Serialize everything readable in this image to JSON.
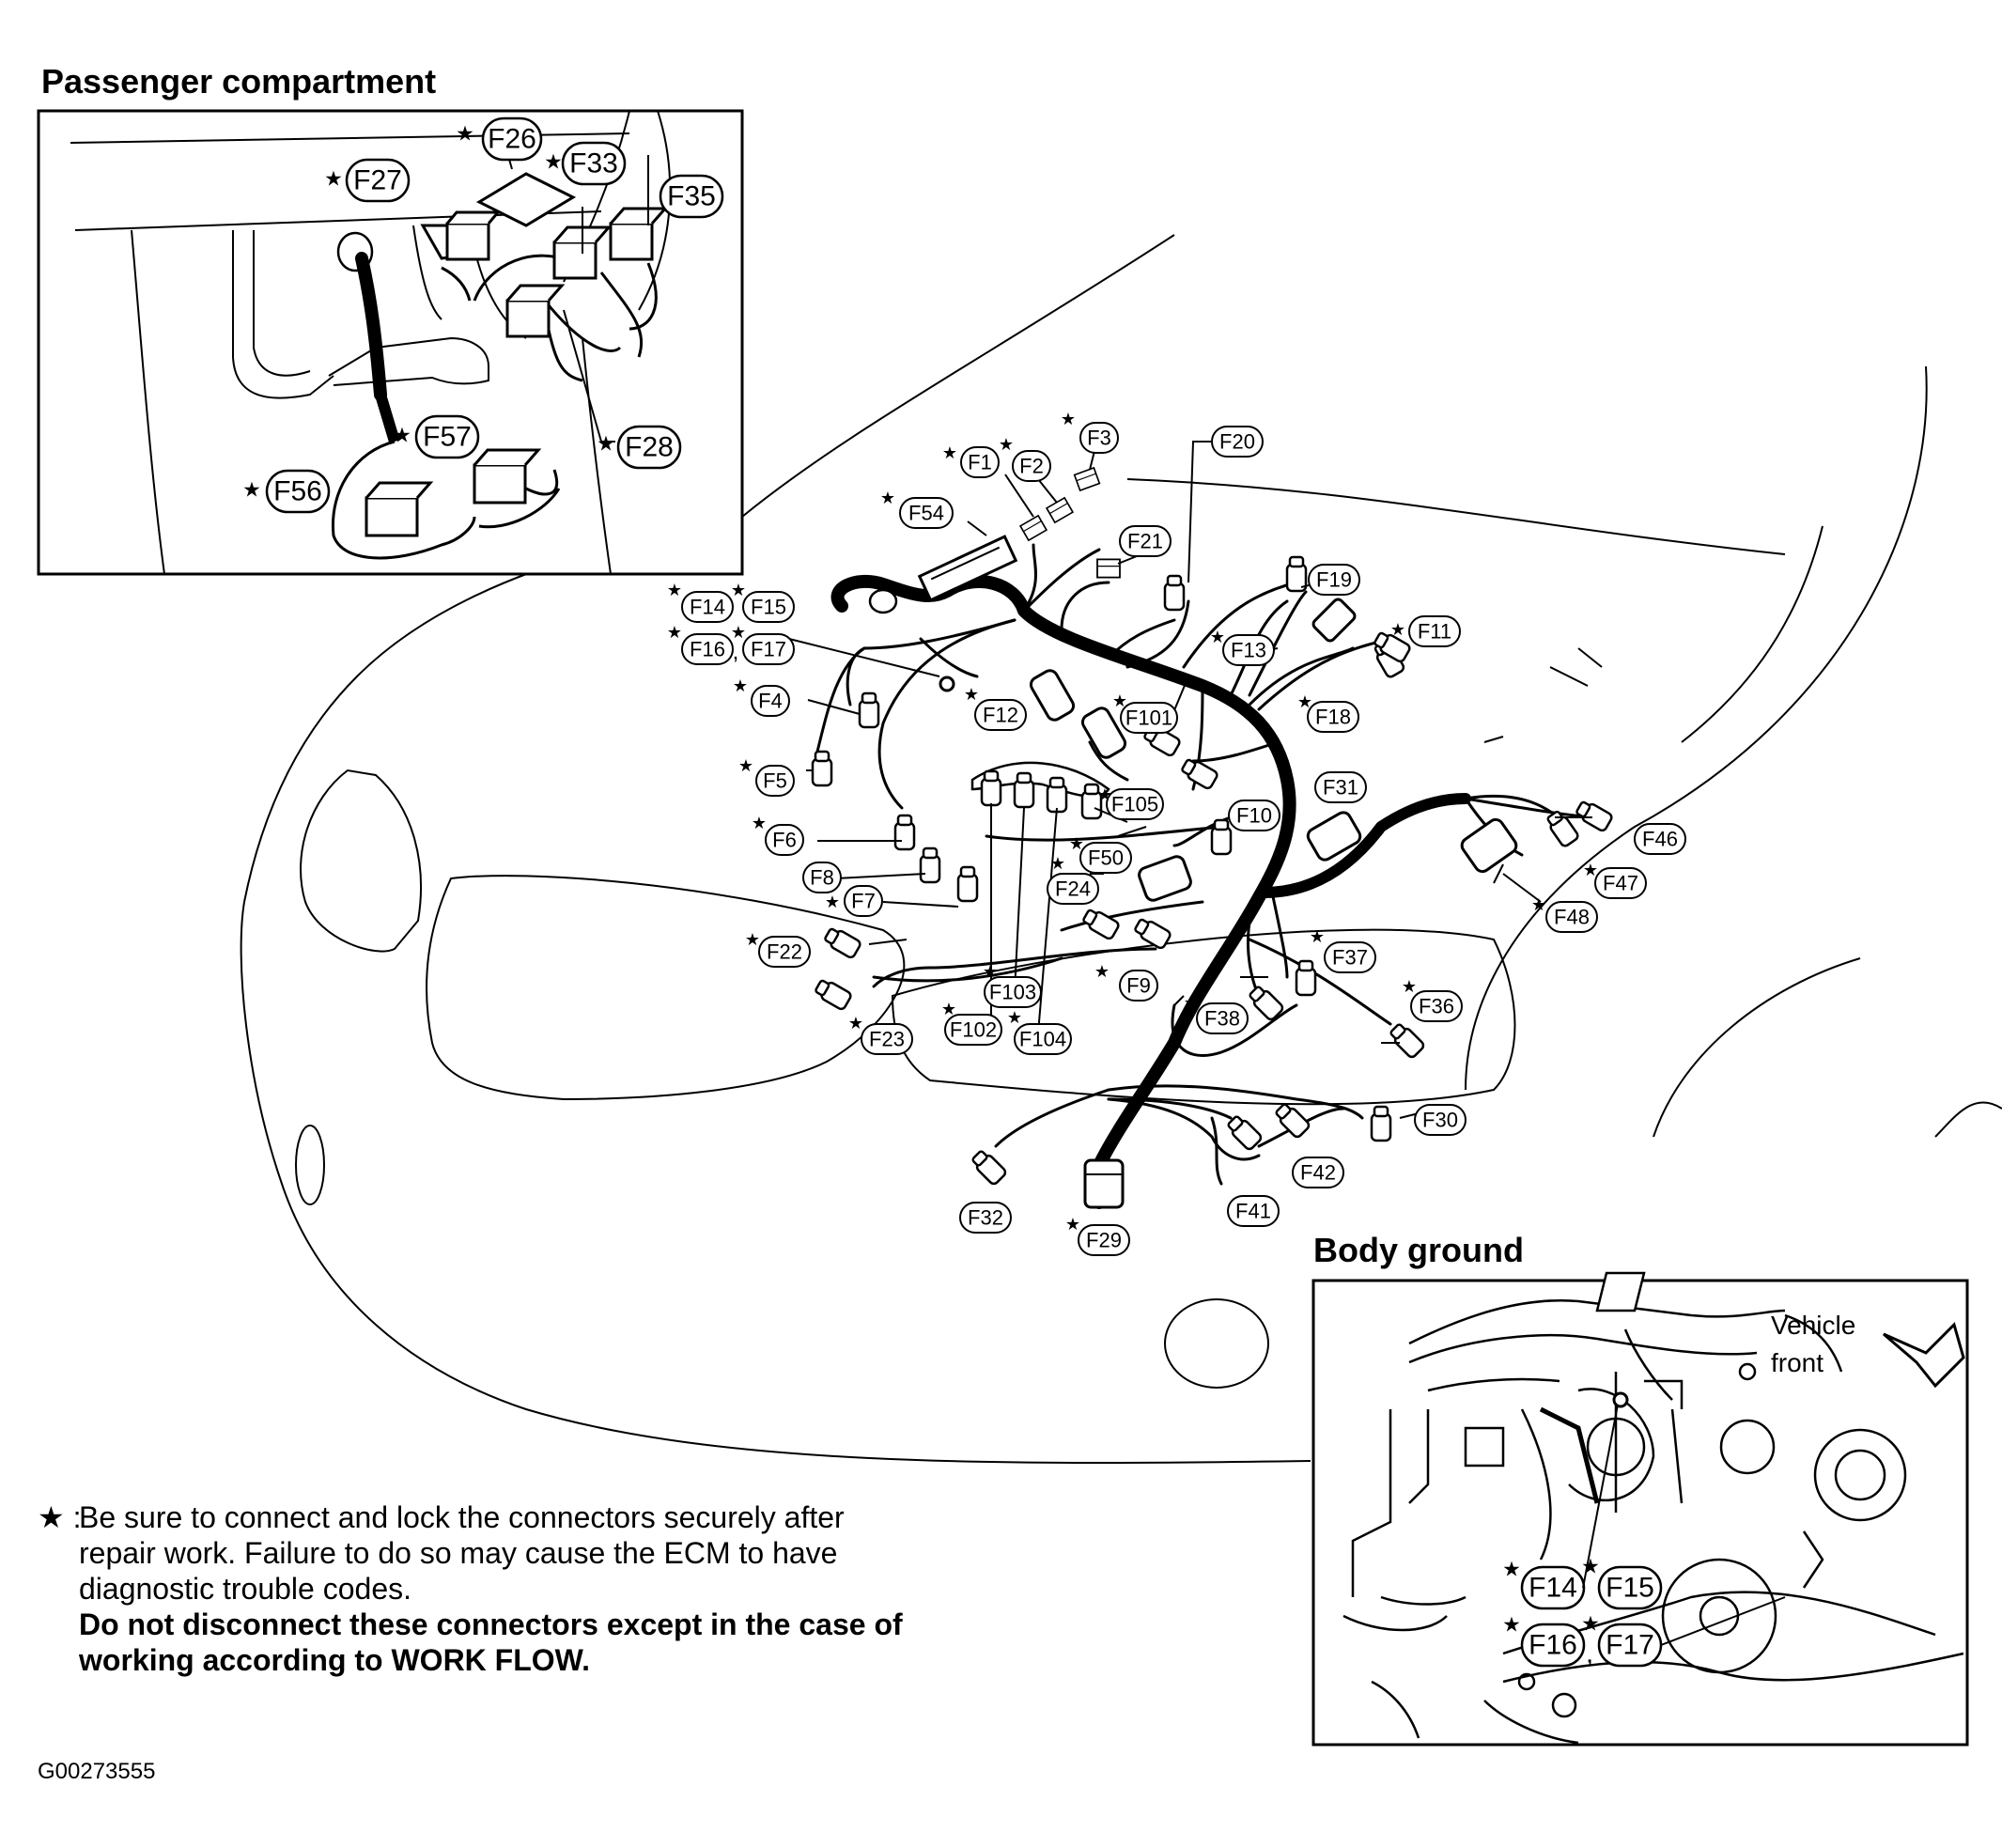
{
  "titles": {
    "passenger": "Passenger compartment",
    "body_ground": "Body ground"
  },
  "vehicle_front": [
    "Vehicle",
    "front"
  ],
  "note": {
    "star_prefix": "★ :",
    "line1": "Be sure to connect and lock the connectors securely after",
    "line2": "repair work. Failure to do so may cause the ECM to have",
    "line3": "diagnostic trouble codes.",
    "warn1": "Do not disconnect these connectors except in the case of",
    "warn2": "working according to WORK FLOW."
  },
  "figure_id": "G00273555",
  "labels": {
    "F1": "F1",
    "F2": "F2",
    "F3": "F3",
    "F4": "F4",
    "F5": "F5",
    "F6": "F6",
    "F7": "F7",
    "F8": "F8",
    "F9": "F9",
    "F10": "F10",
    "F11": "F11",
    "F12": "F12",
    "F13": "F13",
    "F14": "F14",
    "F15": "F15",
    "F16": "F16",
    "F17": "F17",
    "F18": "F18",
    "F19": "F19",
    "F20": "F20",
    "F21": "F21",
    "F22": "F22",
    "F23": "F23",
    "F24": "F24",
    "F26": "F26",
    "F27": "F27",
    "F28": "F28",
    "F29": "F29",
    "F30": "F30",
    "F31": "F31",
    "F32": "F32",
    "F33": "F33",
    "F35": "F35",
    "F36": "F36",
    "F37": "F37",
    "F38": "F38",
    "F41": "F41",
    "F42": "F42",
    "F46": "F46",
    "F47": "F47",
    "F48": "F48",
    "F50": "F50",
    "F54": "F54",
    "F56": "F56",
    "F57": "F57",
    "F101": "F101",
    "F102": "F102",
    "F103": "F103",
    "F104": "F104",
    "F105": "F105"
  },
  "colors": {
    "line": "#000000",
    "background": "#ffffff"
  }
}
